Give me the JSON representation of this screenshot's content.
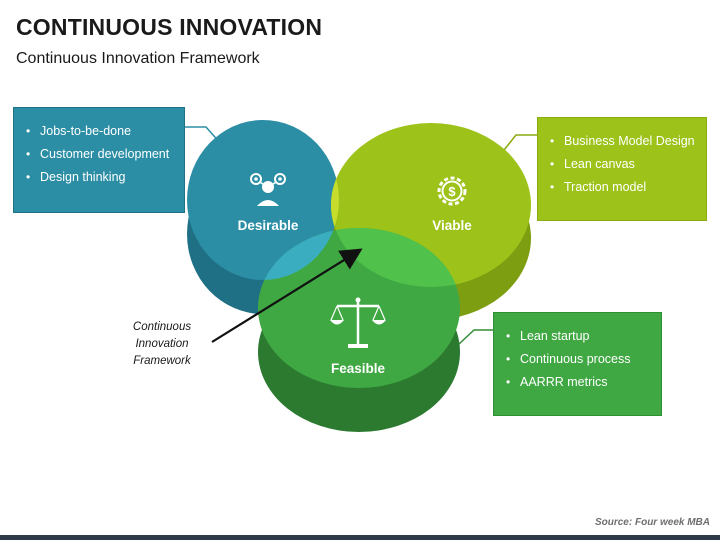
{
  "header": {
    "title": "CONTINUOUS INNOVATION",
    "subtitle": "Continuous Innovation Framework"
  },
  "circles": {
    "desirable": {
      "label": "Desirable",
      "icon": "users-network-icon",
      "color": "#2b8ea5",
      "items": [
        "Jobs-to-be-done",
        "Customer development",
        "Design thinking"
      ]
    },
    "viable": {
      "label": "Viable",
      "icon": "dollar-gear-icon",
      "color": "#9dc219",
      "items": [
        "Business Model Design",
        "Lean canvas",
        "Traction model"
      ]
    },
    "feasible": {
      "label": "Feasible",
      "icon": "balance-scale-icon",
      "color": "#3fa843",
      "items": [
        "Lean startup",
        "Continuous process",
        "AARRR metrics"
      ]
    }
  },
  "center": {
    "line1": "Continuous",
    "line2": "Innovation",
    "line3": "Framework"
  },
  "footer": {
    "source": "Source: Four week MBA"
  }
}
